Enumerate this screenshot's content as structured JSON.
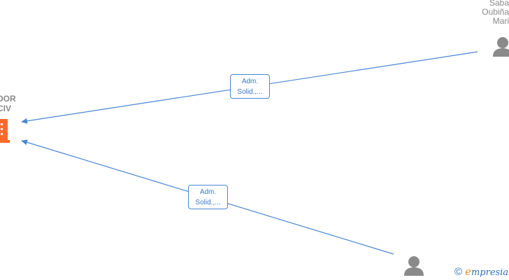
{
  "company_node": {
    "label_lines": [
      "DOR",
      "CIV"
    ],
    "icon": "building-icon",
    "color": "#ff6a2c"
  },
  "person_nodes": [
    {
      "label_lines": [
        "Saba",
        "Oubiña",
        "Mari"
      ],
      "icon": "person-icon"
    },
    {
      "label_lines": [],
      "icon": "person-icon"
    }
  ],
  "edges": [
    {
      "label_lines": [
        "Adm.",
        "Solid.,..."
      ]
    },
    {
      "label_lines": [
        "Adm.",
        "Solid.,..."
      ]
    }
  ],
  "footer": {
    "copyright_symbol": "©",
    "brand_first": "e",
    "brand_rest": "mpresia"
  },
  "colors": {
    "edge": "#4a86d4",
    "person_icon": "#8a8a8a",
    "building_icon": "#ff6a2c",
    "brand_blue": "#2f6fb5",
    "brand_orange": "#f08a24"
  }
}
